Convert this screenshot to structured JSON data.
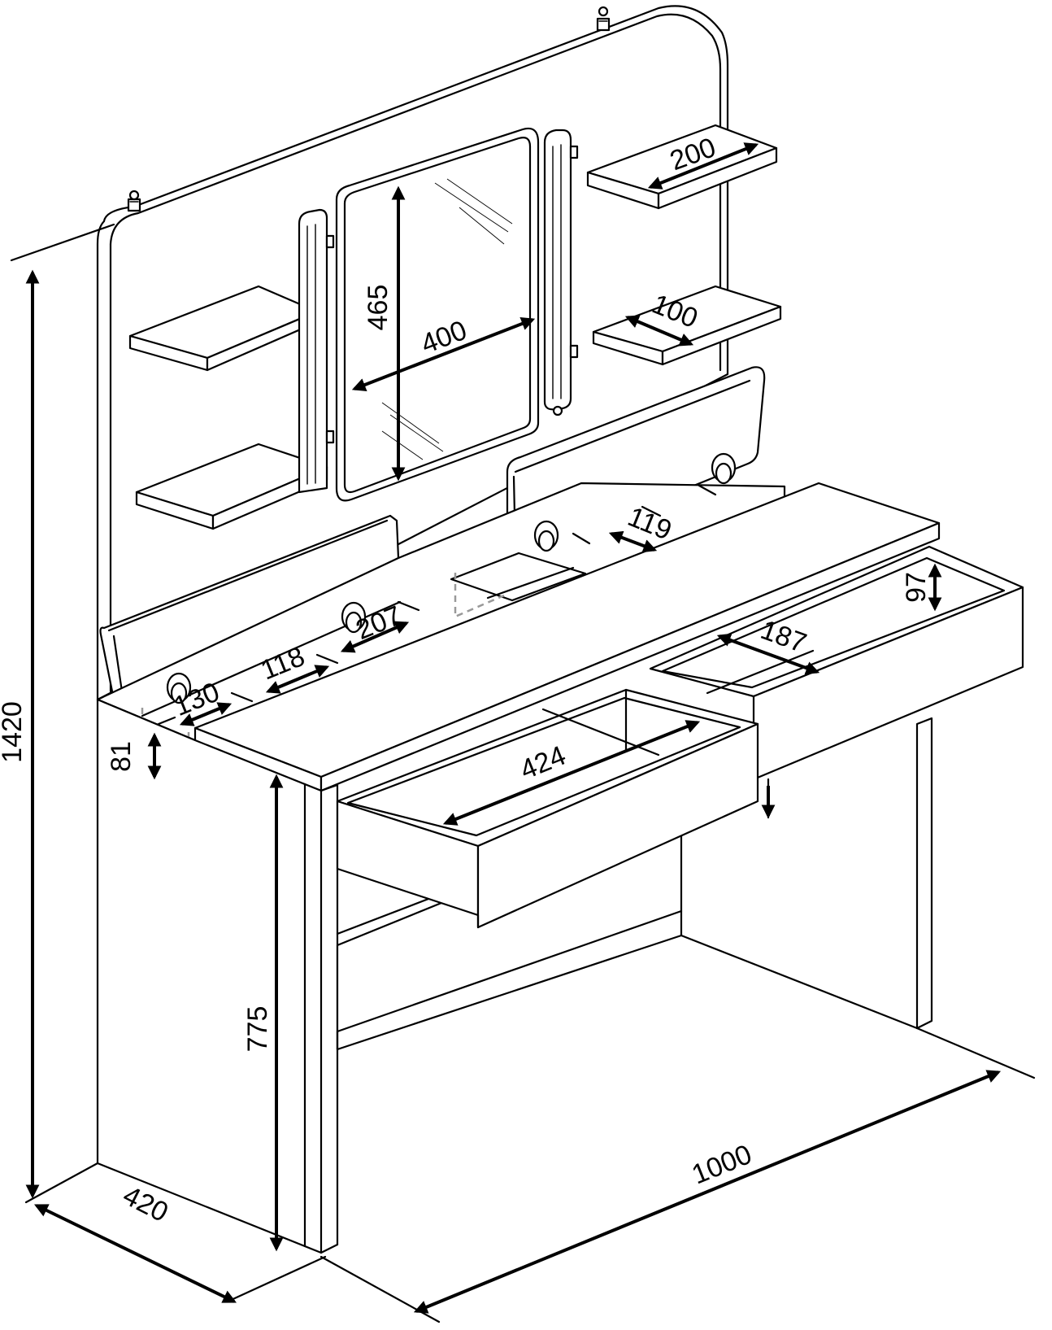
{
  "colors": {
    "line": "#000000",
    "background": "#ffffff",
    "hidden_line": "#999999"
  },
  "dimensions": {
    "total_height": "1420",
    "depth": "420",
    "width": "1000",
    "table_height": "775",
    "mirror_height": "465",
    "mirror_width": "400",
    "shelf_upper_length": "200",
    "shelf_mid_depth": "100",
    "drawer_inner_length": "424",
    "drawer_right_inner": "187",
    "drawer_right_height": "97",
    "organizer_height": "81",
    "compartment_130": "130",
    "compartment_118": "118",
    "compartment_207": "207",
    "compartment_119": "119"
  },
  "icons": {
    "arrow_head": "arrow-head-icon",
    "wall_bracket": "wall-bracket-icon",
    "lid_handle": "lid-handle-icon"
  }
}
